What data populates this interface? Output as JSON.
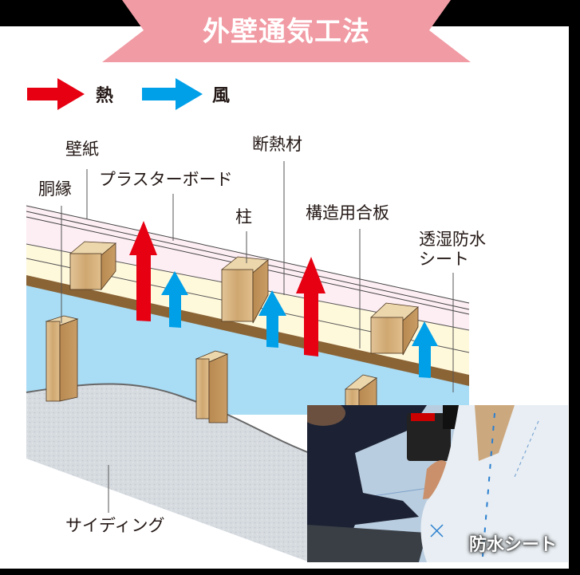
{
  "title": "外壁通気工法",
  "colors": {
    "banner": "#f19ba4",
    "heat_arrow": "#e60012",
    "wind_arrow": "#00a0e9",
    "wallpaper_layer": "#fdeef4",
    "insulation_layer": "#fff9dc",
    "plywood_layer": "#8b6435",
    "membrane_layer": "#a9dcf5",
    "siding": "#d5dadf",
    "wood": "#d9b889",
    "text": "#231815"
  },
  "legend": [
    {
      "icon": "red-arrow-icon",
      "label": "熱"
    },
    {
      "icon": "blue-arrow-icon",
      "label": "風"
    }
  ],
  "labels": {
    "wallpaper": "壁紙",
    "furring_strip": "胴縁",
    "plasterboard": "プラスターボード",
    "insulation": "断熱材",
    "post": "柱",
    "structural_plywood": "構造用合板",
    "breathable_membrane_line1": "透湿防水",
    "breathable_membrane_line2": "シート",
    "siding": "サイディング"
  },
  "photo": {
    "caption": "防水シート"
  }
}
